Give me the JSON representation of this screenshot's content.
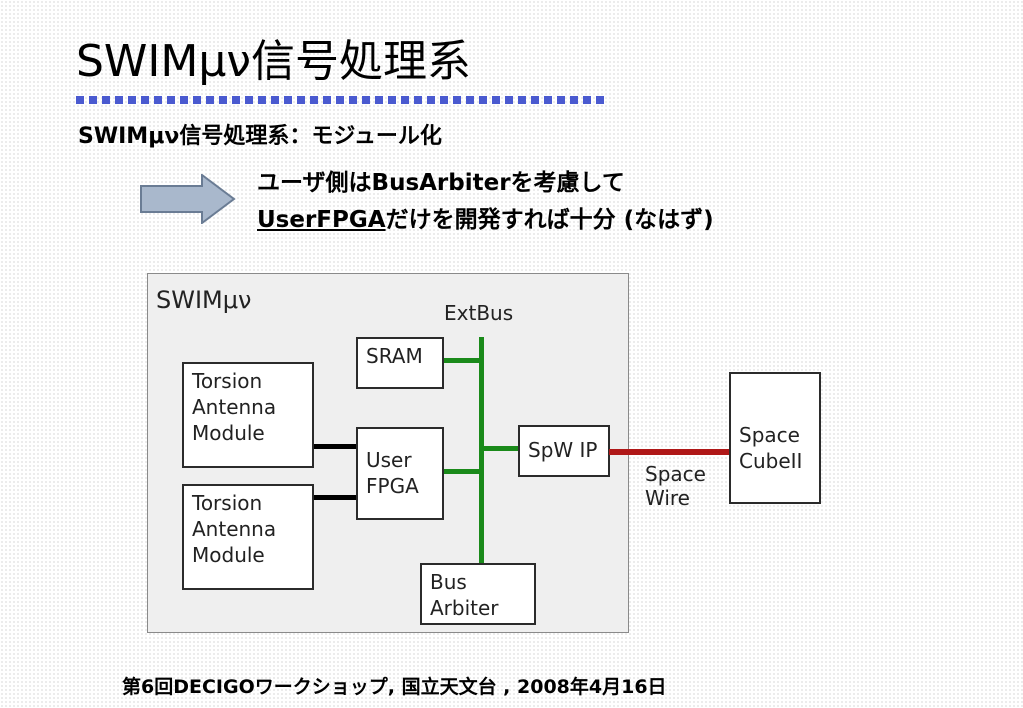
{
  "slide": {
    "title": "SWIMμν信号処理系",
    "subtitle": "SWIMμν信号処理系：モジュール化",
    "note_line1": "ユーザ側はBusArbiterを考慮して",
    "note_line2_underlined": "UserFPGA",
    "note_line2_rest": "だけを開発すれば十分 (なはず)",
    "footer": "第6回DECIGOワークショップ,  国立天文台 , 2008年4月16日"
  },
  "diagram": {
    "system_label": "SWIMμν",
    "bus_label": "ExtBus",
    "blocks": {
      "sram": "SRAM",
      "torsion1": "Torsion\nAntenna\nModule",
      "torsion2": "Torsion\nAntenna\nModule",
      "user_fpga": "User\nFPGA",
      "spw_ip": "SpW IP",
      "bus_arbiter": "Bus\nArbiter",
      "space_cube": "Space\nCubeII"
    },
    "link_label": "Space\nWire",
    "colors": {
      "bus": "#1a8a1a",
      "spacewire": "#b01818",
      "module_link": "#000000",
      "arrow_fill": "#a9b8cc",
      "arrow_stroke": "#6a7c94",
      "title_rule": "#4a5ad0"
    }
  }
}
